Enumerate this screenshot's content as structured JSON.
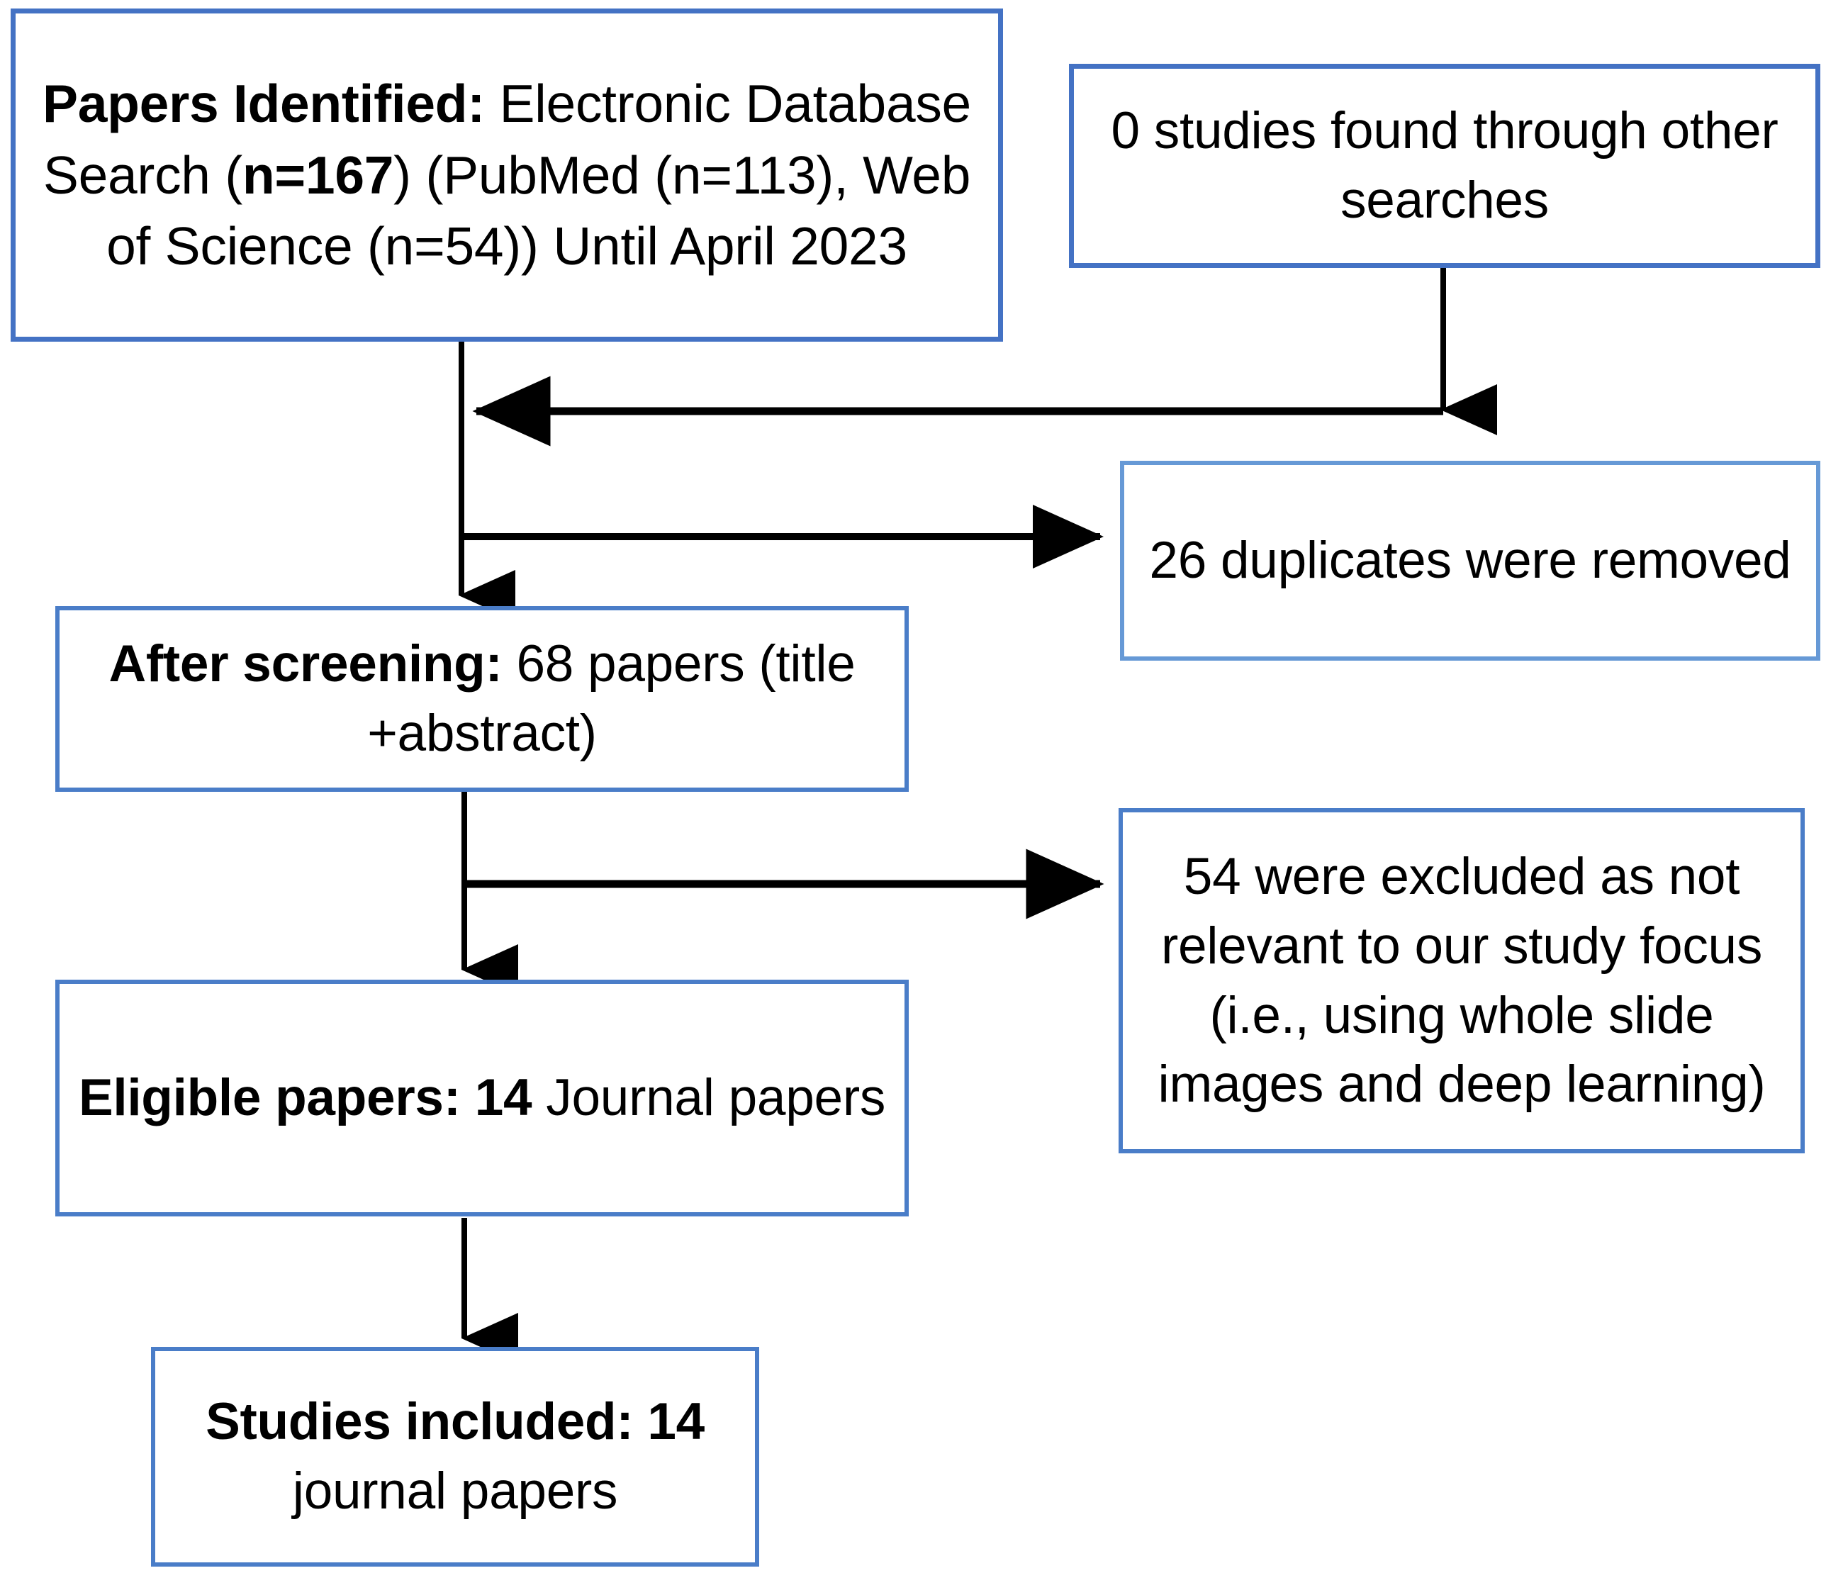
{
  "diagram": {
    "type": "prisma-flow-diagram",
    "title": "Study selection flow",
    "accent_border_color": "#4472C4",
    "light_border_color": "#6699D6",
    "connector_color": "#000000",
    "background_color": "#ffffff"
  },
  "boxes": {
    "identified": {
      "label_bold": "Papers Identified:",
      "line1_rest": " Electronic",
      "line2_pre": "Database Search (",
      "line2_bold": "n=167",
      "line2_post": ")",
      "line3": "(PubMed (n=113), Web of",
      "line4": "Science (n=54)) Until April 2023",
      "full_text": "Papers Identified: Electronic Database Search (n=167) (PubMed (n=113), Web of Science (n=54)) Until April 2023"
    },
    "other_searches": {
      "line1": "0 studies found through",
      "line2": "other searches",
      "full_text": "0 studies found through other searches"
    },
    "duplicates": {
      "line1": "26 duplicates were",
      "line2": "removed",
      "full_text": "26 duplicates were removed"
    },
    "screening": {
      "label_bold": "After screening:",
      "line1_rest": " 68 papers",
      "line2": "(title +abstract)",
      "full_text": "After screening: 68 papers (title +abstract)"
    },
    "excluded": {
      "line1": "54 were excluded as not",
      "line2": "relevant to our study",
      "line3": "focus (i.e., using whole",
      "line4": "slide images and deep",
      "line5": "learning)",
      "full_text": "54 were excluded as not relevant to our study focus (i.e., using whole slide images and deep learning)"
    },
    "eligible": {
      "label_bold": "Eligible papers:",
      "line1_bold_count": " 14",
      "line1_rest": " Journal",
      "line2": "papers",
      "full_text": "Eligible papers: 14 Journal papers"
    },
    "included": {
      "label_bold": "Studies included:",
      "line2_bold": "14",
      "line2_rest": " journal papers",
      "full_text": "Studies included: 14 journal papers"
    }
  },
  "chart_data": {
    "type": "diagram",
    "title": "PRISMA study selection flow",
    "nodes": [
      {
        "id": "identified",
        "label": "Papers Identified: Electronic Database Search (n=167) (PubMed (n=113), Web of Science (n=54)) Until April 2023",
        "count": 167
      },
      {
        "id": "other_searches",
        "label": "0 studies found through other searches",
        "count": 0
      },
      {
        "id": "duplicates",
        "label": "26 duplicates were removed",
        "count": 26
      },
      {
        "id": "screening",
        "label": "After screening: 68 papers (title +abstract)",
        "count": 68
      },
      {
        "id": "excluded",
        "label": "54 were excluded as not relevant to our study focus (i.e., using whole slide images and deep learning)",
        "count": 54
      },
      {
        "id": "eligible",
        "label": "Eligible papers: 14 Journal papers",
        "count": 14
      },
      {
        "id": "included",
        "label": "Studies included: 14 journal papers",
        "count": 14
      }
    ],
    "edges": [
      {
        "from": "identified",
        "to": "screening",
        "style": "arrow-down"
      },
      {
        "from": "other_searches",
        "to": "identified",
        "style": "arrow-down-then-left"
      },
      {
        "from": "identified",
        "to": "duplicates",
        "style": "arrow-right"
      },
      {
        "from": "screening",
        "to": "eligible",
        "style": "arrow-down"
      },
      {
        "from": "screening",
        "to": "excluded",
        "style": "arrow-right"
      },
      {
        "from": "eligible",
        "to": "included",
        "style": "arrow-down"
      }
    ]
  }
}
